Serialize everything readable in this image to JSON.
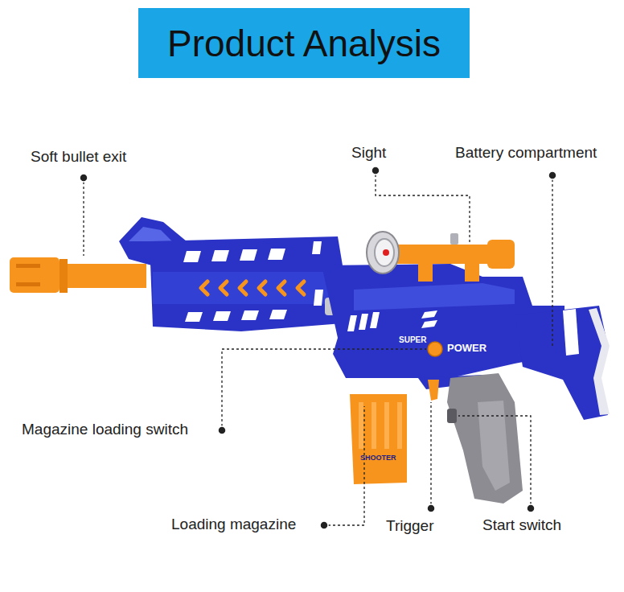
{
  "diagram": {
    "title": "Product Analysis",
    "labels": [
      "Soft bullet exit",
      "Sight",
      "Battery compartment",
      "SUPER",
      "POWER",
      "Magazine loading switch",
      "SHOOTER",
      "Loading magazine",
      "Trigger",
      "Start switch"
    ]
  }
}
